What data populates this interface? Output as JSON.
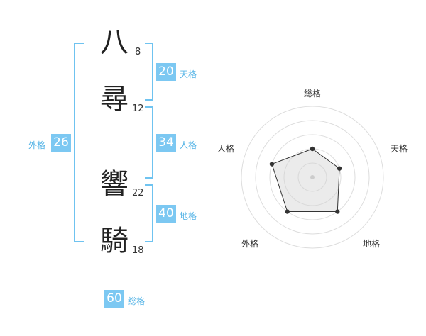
{
  "characters": [
    {
      "kanji": "八",
      "strokes": "8"
    },
    {
      "kanji": "尋",
      "strokes": "12"
    },
    {
      "kanji": "響",
      "strokes": "22"
    },
    {
      "kanji": "騎",
      "strokes": "18"
    }
  ],
  "fortunes": {
    "ten": {
      "value": "20",
      "label": "天格"
    },
    "jin": {
      "value": "34",
      "label": "人格"
    },
    "chi": {
      "value": "40",
      "label": "地格"
    },
    "gai": {
      "value": "26",
      "label": "外格"
    },
    "sou": {
      "value": "60",
      "label": "総格"
    }
  },
  "accent_color": "#7cc8f2",
  "radar": {
    "axes": [
      "総格",
      "天格",
      "地格",
      "外格",
      "人格"
    ],
    "levels": [
      1,
      2,
      3,
      4,
      5
    ],
    "values": [
      2,
      2,
      3,
      3,
      3
    ],
    "max": 5
  }
}
